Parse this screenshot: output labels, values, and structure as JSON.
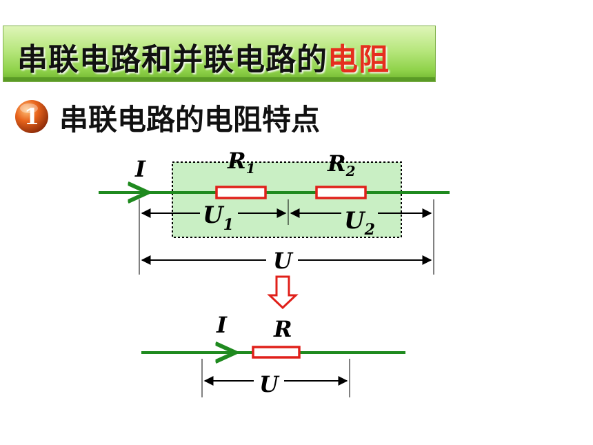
{
  "header": {
    "title_main": "串联电路和并联电路的",
    "title_highlight": "电阻",
    "highlight_color": "#e52e1e"
  },
  "section": {
    "number": "1",
    "heading": "串联电路的电阻特点"
  },
  "diagram_series": {
    "current_label": "I",
    "r1_label": "R",
    "r1_sub": "1",
    "r2_label": "R",
    "r2_sub": "2",
    "u1_label": "U",
    "u1_sub": "1",
    "u2_label": "U",
    "u2_sub": "2",
    "total_voltage_label": "U"
  },
  "diagram_equivalent": {
    "current_label": "I",
    "resistor_label": "R",
    "voltage_label": "U"
  },
  "colors": {
    "wire": "#1f8a1f",
    "resistor": "#e0201a",
    "box_fill": "#c9efc4",
    "arrow_down": "#e0201a"
  }
}
